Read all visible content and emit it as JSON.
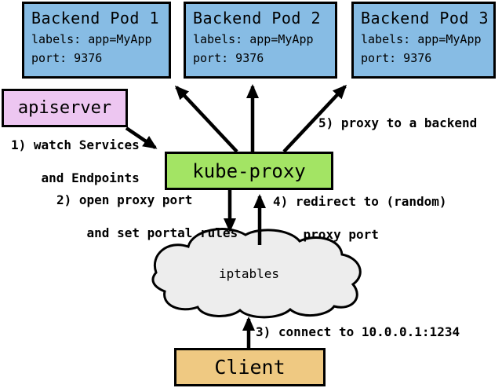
{
  "diagram": {
    "title_hint": "kubernetes userspace proxy overview",
    "pods": [
      {
        "title": "Backend Pod 1",
        "labels_line": "labels: app=MyApp",
        "port_line": "port: 9376"
      },
      {
        "title": "Backend Pod 2",
        "labels_line": "labels: app=MyApp",
        "port_line": "port: 9376"
      },
      {
        "title": "Backend Pod 3",
        "labels_line": "labels: app=MyApp",
        "port_line": "port: 9376"
      }
    ],
    "nodes": {
      "apiserver": "apiserver",
      "kube_proxy": "kube-proxy",
      "iptables": "iptables",
      "client": "Client"
    },
    "annotations": {
      "step1_line1": "1) watch Services",
      "step1_line2": "and Endpoints",
      "step2_line1": "2) open proxy port",
      "step2_line2": "and set portal rules",
      "step3": "3) connect to 10.0.0.1:1234",
      "step4_line1": "4) redirect to (random)",
      "step4_line2": "proxy port",
      "step5": "5) proxy to a backend"
    },
    "colors": {
      "pod_fill": "#87bce4",
      "apiserver_fill": "#edc6f1",
      "kube_proxy_fill": "#a3e464",
      "client_fill": "#efc982",
      "cloud_fill": "#ededed",
      "outline": "#000000",
      "background": "#ffffff"
    }
  }
}
